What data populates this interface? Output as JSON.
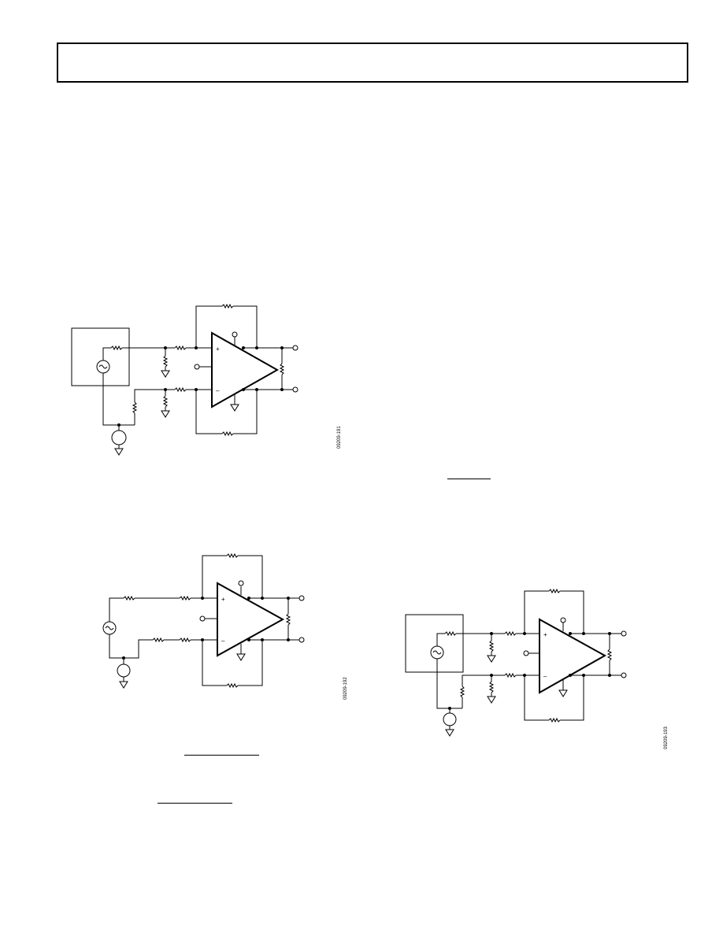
{
  "page": {
    "header": {
      "title": ""
    }
  },
  "figures": [
    {
      "id": "09209-191",
      "sign_plus": "+",
      "sign_minus": "–"
    },
    {
      "id": "09209-192",
      "sign_plus": "+",
      "sign_minus": "–"
    },
    {
      "id": "09209-193",
      "sign_plus": "+",
      "sign_minus": "–"
    }
  ],
  "colors": {
    "ink": "#000000",
    "background": "#ffffff"
  }
}
